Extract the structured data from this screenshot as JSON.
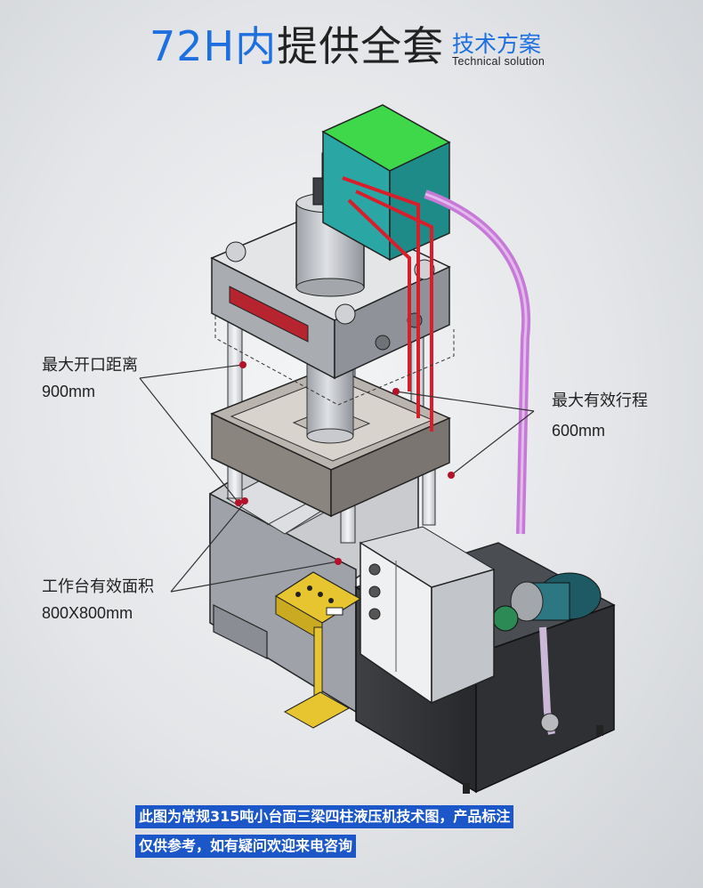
{
  "header": {
    "title_accent": "72H内",
    "title_main": "提供全套",
    "subtitle": "技术方案",
    "subtitle_en": "Technical solution"
  },
  "annotations": {
    "opening_label": "最大开口距离",
    "opening_value": "900mm",
    "stroke_label": "最大有效行程",
    "stroke_value": "600mm",
    "table_label": "工作台有效面积",
    "table_value": "800X800mm"
  },
  "note": {
    "line1": "此图为常规315吨小台面三梁四柱液压机技术图，产品标注",
    "line2": "仅供参考，如有疑问欢迎来电咨询"
  },
  "colors": {
    "accent": "#1e6fe0",
    "note_bg": "#1b57c8",
    "callout_dot": "#b3122a",
    "tank_green": "#3fd84a",
    "tank_teal": "#2aa7a5",
    "pipe_red": "#d81e2a",
    "hose_purple": "#c57ad6",
    "control_yellow": "#e6c531"
  }
}
